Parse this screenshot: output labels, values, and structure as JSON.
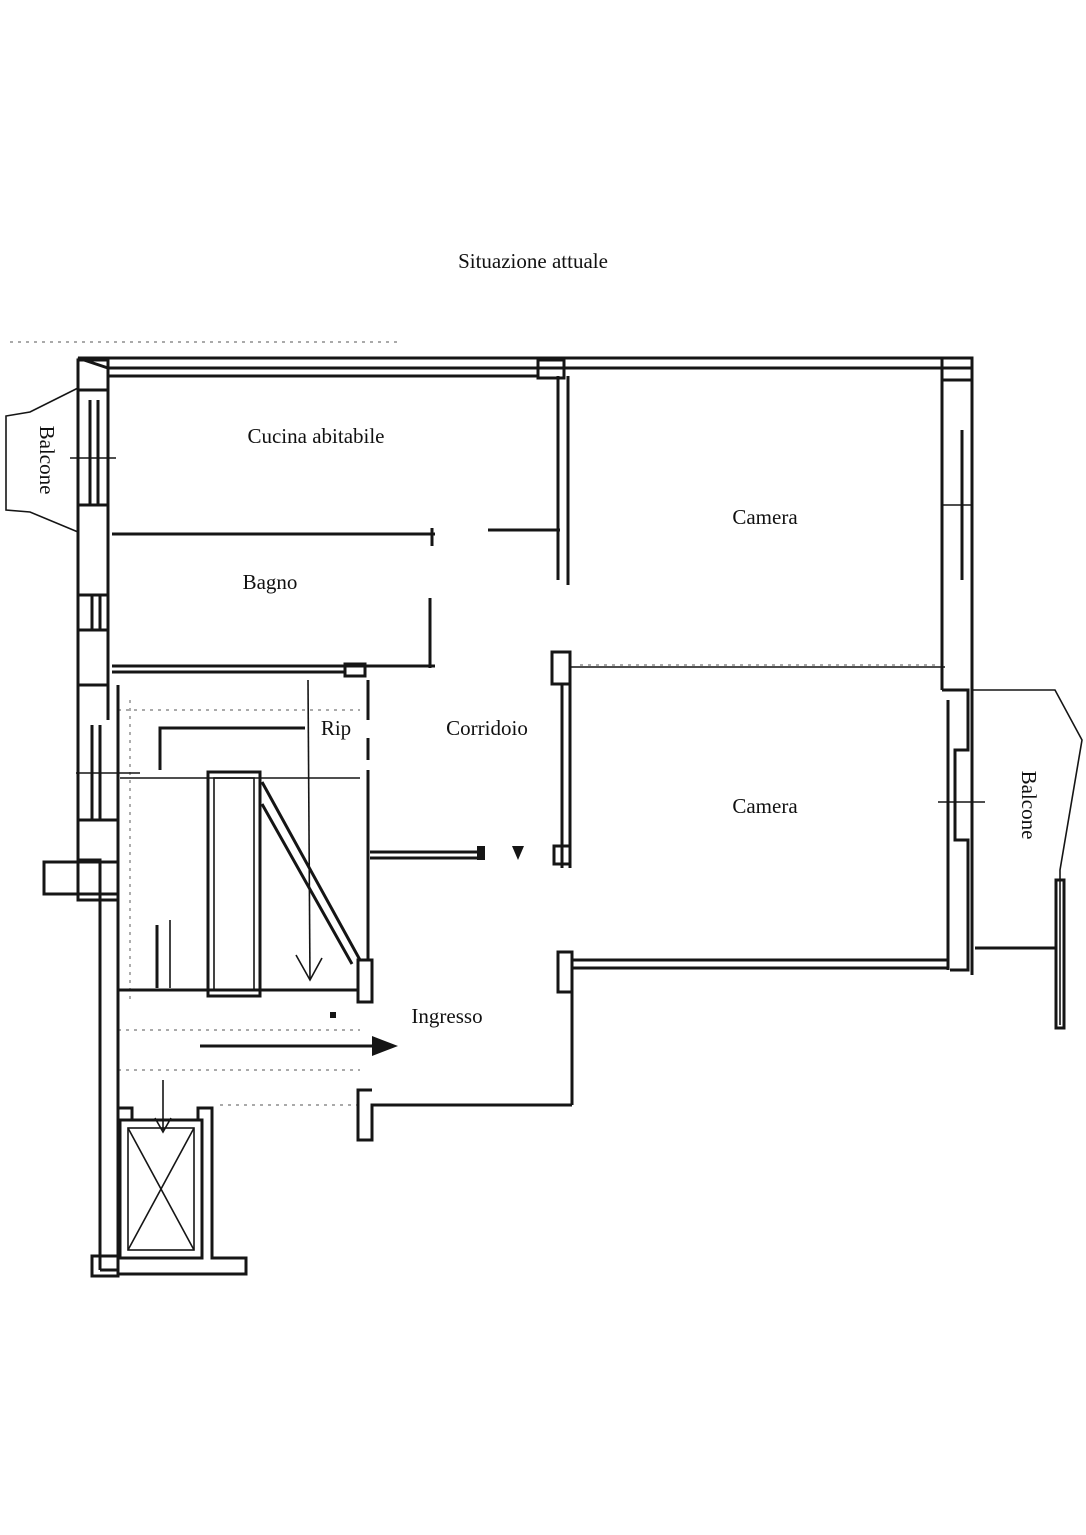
{
  "title": "Situazione attuale",
  "rooms": {
    "kitchen": "Cucina abitabile",
    "bathroom": "Bagno",
    "storage": "Rip",
    "corridor": "Corridoio",
    "entrance": "Ingresso",
    "bedroom_top": "Camera",
    "bedroom_bottom": "Camera",
    "balcony_left": "Balcone",
    "balcony_right": "Balcone"
  },
  "symbols": {
    "lift": "lift-shaft-icon",
    "stair": "staircase-icon",
    "entry_arrow": "arrow-right-icon"
  },
  "colors": {
    "ink": "#151515",
    "paper": "#ffffff"
  }
}
